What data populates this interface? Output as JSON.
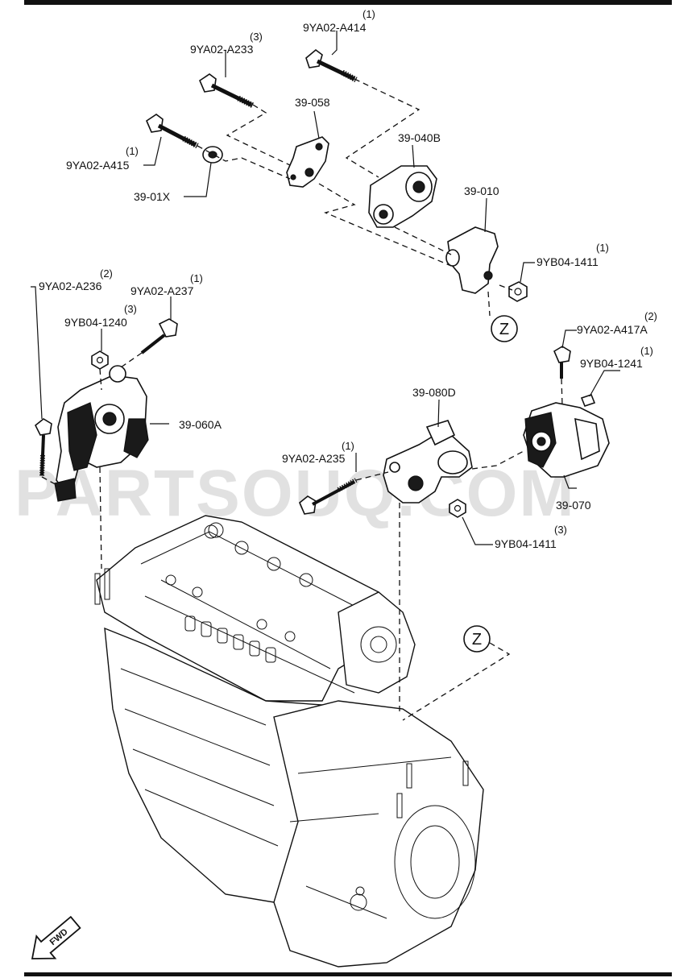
{
  "labels": {
    "p_9ya02_a414": {
      "code": "9YA02-A414",
      "qty": "(1)"
    },
    "p_9ya02_a233": {
      "code": "9YA02-A233",
      "qty": "(3)"
    },
    "p_39_058": {
      "code": "39-058"
    },
    "p_39_040b": {
      "code": "39-040B"
    },
    "p_9ya02_a415": {
      "code": "9YA02-A415",
      "qty": "(1)"
    },
    "p_39_01x": {
      "code": "39-01X"
    },
    "p_39_010": {
      "code": "39-010"
    },
    "p_9yb04_1411_top": {
      "code": "9YB04-1411",
      "qty": "(1)"
    },
    "p_9ya02_a236": {
      "code": "9YA02-A236",
      "qty": "(2)"
    },
    "p_9ya02_a237": {
      "code": "9YA02-A237",
      "qty": "(1)"
    },
    "p_9yb04_1240": {
      "code": "9YB04-1240",
      "qty": "(3)"
    },
    "p_39_060a": {
      "code": "39-060A"
    },
    "p_9ya02_a417a": {
      "code": "9YA02-A417A",
      "qty": "(2)"
    },
    "p_9yb04_1241": {
      "code": "9YB04-1241",
      "qty": "(1)"
    },
    "p_39_080d": {
      "code": "39-080D"
    },
    "p_9ya02_a235": {
      "code": "9YA02-A235",
      "qty": "(1)"
    },
    "p_39_070": {
      "code": "39-070"
    },
    "p_9yb04_1411_bot": {
      "code": "9YB04-1411",
      "qty": "(3)"
    }
  },
  "markers": {
    "z_top": "Z",
    "z_bottom": "Z"
  },
  "watermark": "PARTSOUQ.COM",
  "fwd": "FWD"
}
